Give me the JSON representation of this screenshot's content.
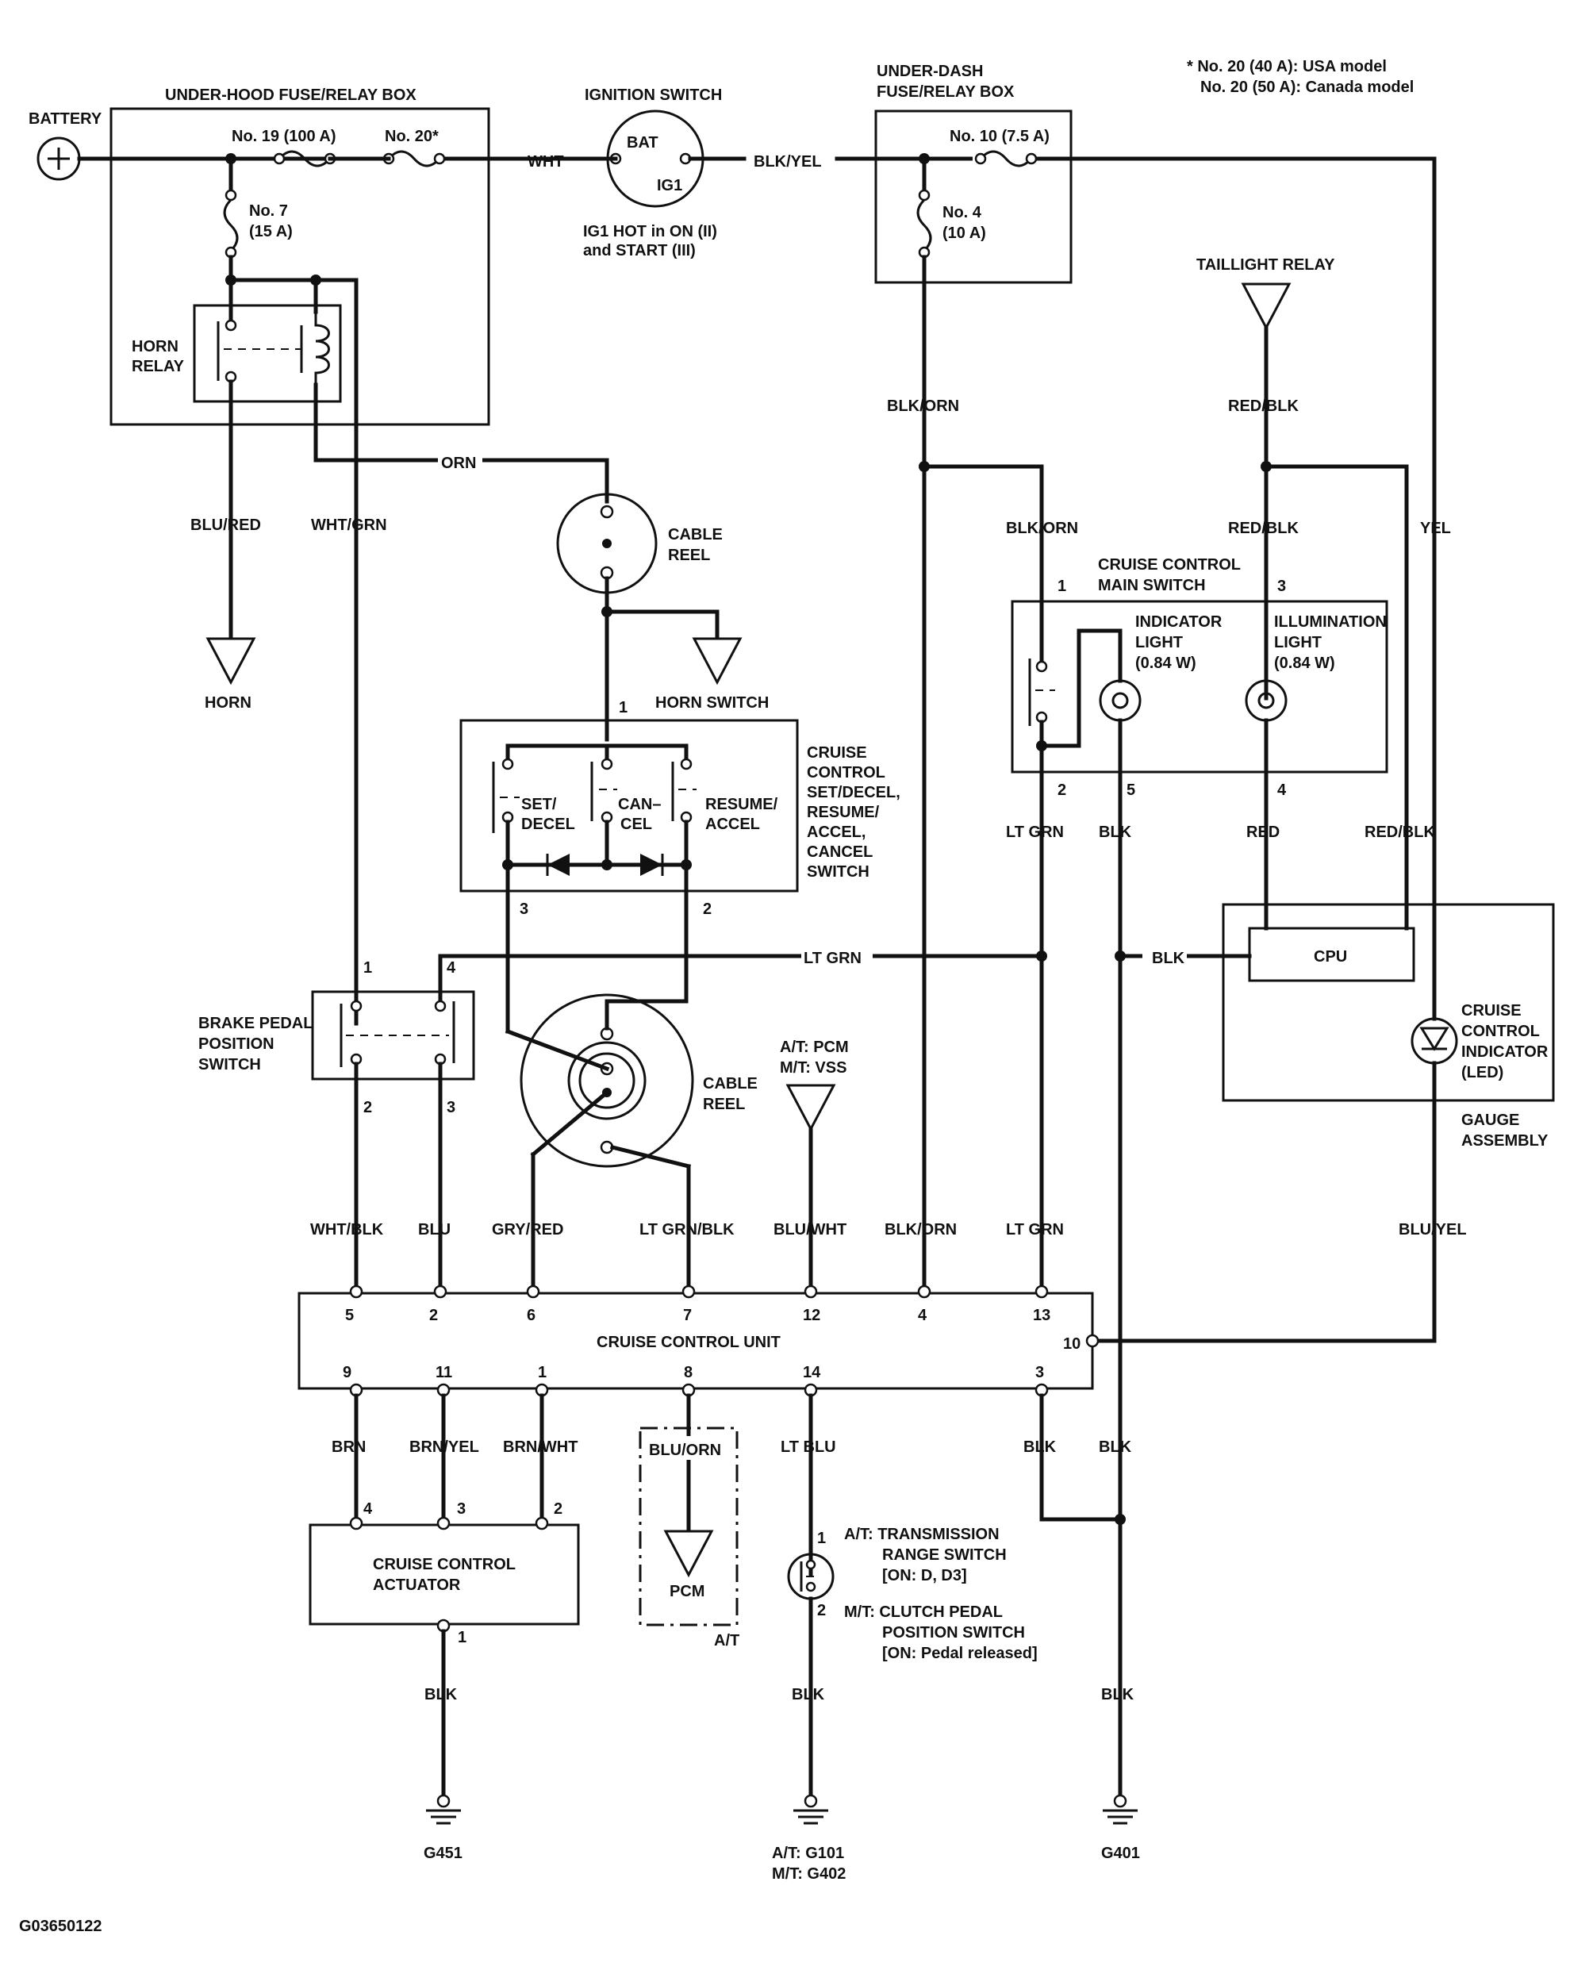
{
  "battery": "BATTERY",
  "underhood_box": "UNDER-HOOD FUSE/RELAY BOX",
  "fuse19": "No. 19 (100 A)",
  "fuse20": "No. 20*",
  "fuse7": [
    "No. 7",
    "(15 A)"
  ],
  "horn_relay": [
    "HORN",
    "RELAY"
  ],
  "ignition_switch": "IGNITION SWITCH",
  "ign_bat": "BAT",
  "ign_ig1": "IG1",
  "ig1_note": [
    "IG1 HOT in ON (II)",
    "and START (III)"
  ],
  "underdash_box": [
    "UNDER-DASH",
    "FUSE/RELAY BOX"
  ],
  "fuse10": "No. 10 (7.5 A)",
  "fuse4": [
    "No. 4",
    "(10 A)"
  ],
  "footnote": [
    "* No. 20 (40 A): USA model",
    "No. 20 (50 A): Canada model"
  ],
  "taillight_relay": "TAILLIGHT RELAY",
  "horn": "HORN",
  "horn_switch": "HORN SWITCH",
  "cable_reel": [
    "CABLE",
    "REEL"
  ],
  "cruise_sw_title": [
    "CRUISE",
    "CONTROL",
    "SET/DECEL,",
    "RESUME/",
    "ACCEL,",
    "CANCEL",
    "SWITCH"
  ],
  "set_decel": [
    "SET/",
    "DECEL"
  ],
  "cancel": [
    "CAN–",
    "CEL"
  ],
  "resume_accel": [
    "RESUME/",
    "ACCEL"
  ],
  "main_switch": [
    "CRUISE CONTROL",
    "MAIN SWITCH"
  ],
  "indicator_light": [
    "INDICATOR",
    "LIGHT",
    "(0.84 W)"
  ],
  "illumination_light": [
    "ILLUMINATION",
    "LIGHT",
    "(0.84 W)"
  ],
  "cpu": "CPU",
  "cruise_indicator": [
    "CRUISE",
    "CONTROL",
    "INDICATOR",
    "(LED)"
  ],
  "gauge_assembly": [
    "GAUGE",
    "ASSEMBLY"
  ],
  "brake_switch": [
    "BRAKE PEDAL",
    "POSITION",
    "SWITCH"
  ],
  "pcm_vss": [
    "A/T: PCM",
    "M/T: VSS"
  ],
  "ccu": "CRUISE CONTROL UNIT",
  "actuator": [
    "CRUISE CONTROL",
    "ACTUATOR"
  ],
  "pcm": "PCM",
  "at": "A/T",
  "trans_switch": [
    "A/T: TRANSMISSION",
    "RANGE SWITCH",
    "[ON: D, D3]",
    "M/T: CLUTCH PEDAL",
    "POSITION SWITCH",
    "[ON: Pedal released]"
  ],
  "g451": "G451",
  "g101": [
    "A/T: G101",
    "M/T: G402"
  ],
  "g401": "G401",
  "diagram_id": "G03650122",
  "wires": {
    "wht": "WHT",
    "blk_yel": "BLK/YEL",
    "orn": "ORN",
    "blu_red": "BLU/RED",
    "wht_grn": "WHT/GRN",
    "blk_orn": "BLK/ORN",
    "red_blk": "RED/BLK",
    "yel": "YEL",
    "lt_grn": "LT GRN",
    "blk": "BLK",
    "red": "RED",
    "wht_blk": "WHT/BLK",
    "blu": "BLU",
    "gry_red": "GRY/RED",
    "lt_grn_blk": "LT GRN/BLK",
    "blu_wht": "BLU/WHT",
    "blu_yel": "BLU/YEL",
    "brn": "BRN",
    "brn_yel": "BRN/YEL",
    "brn_wht": "BRN/WHT",
    "blu_orn": "BLU/ORN",
    "lt_blu": "LT BLU"
  },
  "pins": {
    "ccu_top": [
      "5",
      "2",
      "6",
      "7",
      "12",
      "4",
      "13"
    ],
    "ccu_10": "10",
    "ccu_bottom": [
      "9",
      "11",
      "1",
      "8",
      "14",
      "3"
    ],
    "act": [
      "4",
      "3",
      "2",
      "1"
    ],
    "sw": [
      "1",
      "3",
      "2"
    ],
    "brake": [
      "1",
      "4",
      "2",
      "3"
    ],
    "main": [
      "1",
      "3",
      "2",
      "5",
      "4"
    ],
    "trans": [
      "1",
      "2"
    ]
  }
}
